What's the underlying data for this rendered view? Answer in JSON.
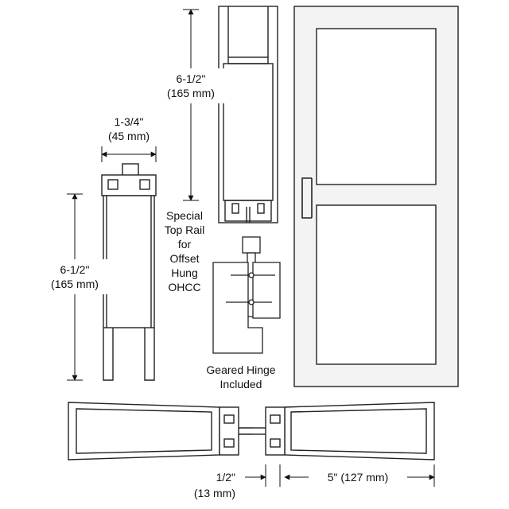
{
  "dimensions": {
    "top_rail_height": {
      "imperial": "6-1/2\"",
      "metric": "(165 mm)"
    },
    "stile_width": {
      "imperial": "1-3/4\"",
      "metric": "(45 mm)"
    },
    "bottom_height": {
      "imperial": "6-1/2\"",
      "metric": "(165 mm)"
    },
    "gap_width": {
      "imperial": "1/2\"",
      "metric": "(13 mm)"
    },
    "stile_face": {
      "text": "5\" (127 mm)"
    }
  },
  "notes": {
    "special_top_rail": [
      "Special",
      "Top Rail",
      "for",
      "Offset",
      "Hung",
      "OHCC"
    ],
    "geared_hinge": [
      "Geared Hinge",
      "Included"
    ]
  },
  "colors": {
    "line": "#222222",
    "frame_fill": "#ffffff",
    "glass": "#ffffff",
    "door_face": "#f2f2f2"
  }
}
